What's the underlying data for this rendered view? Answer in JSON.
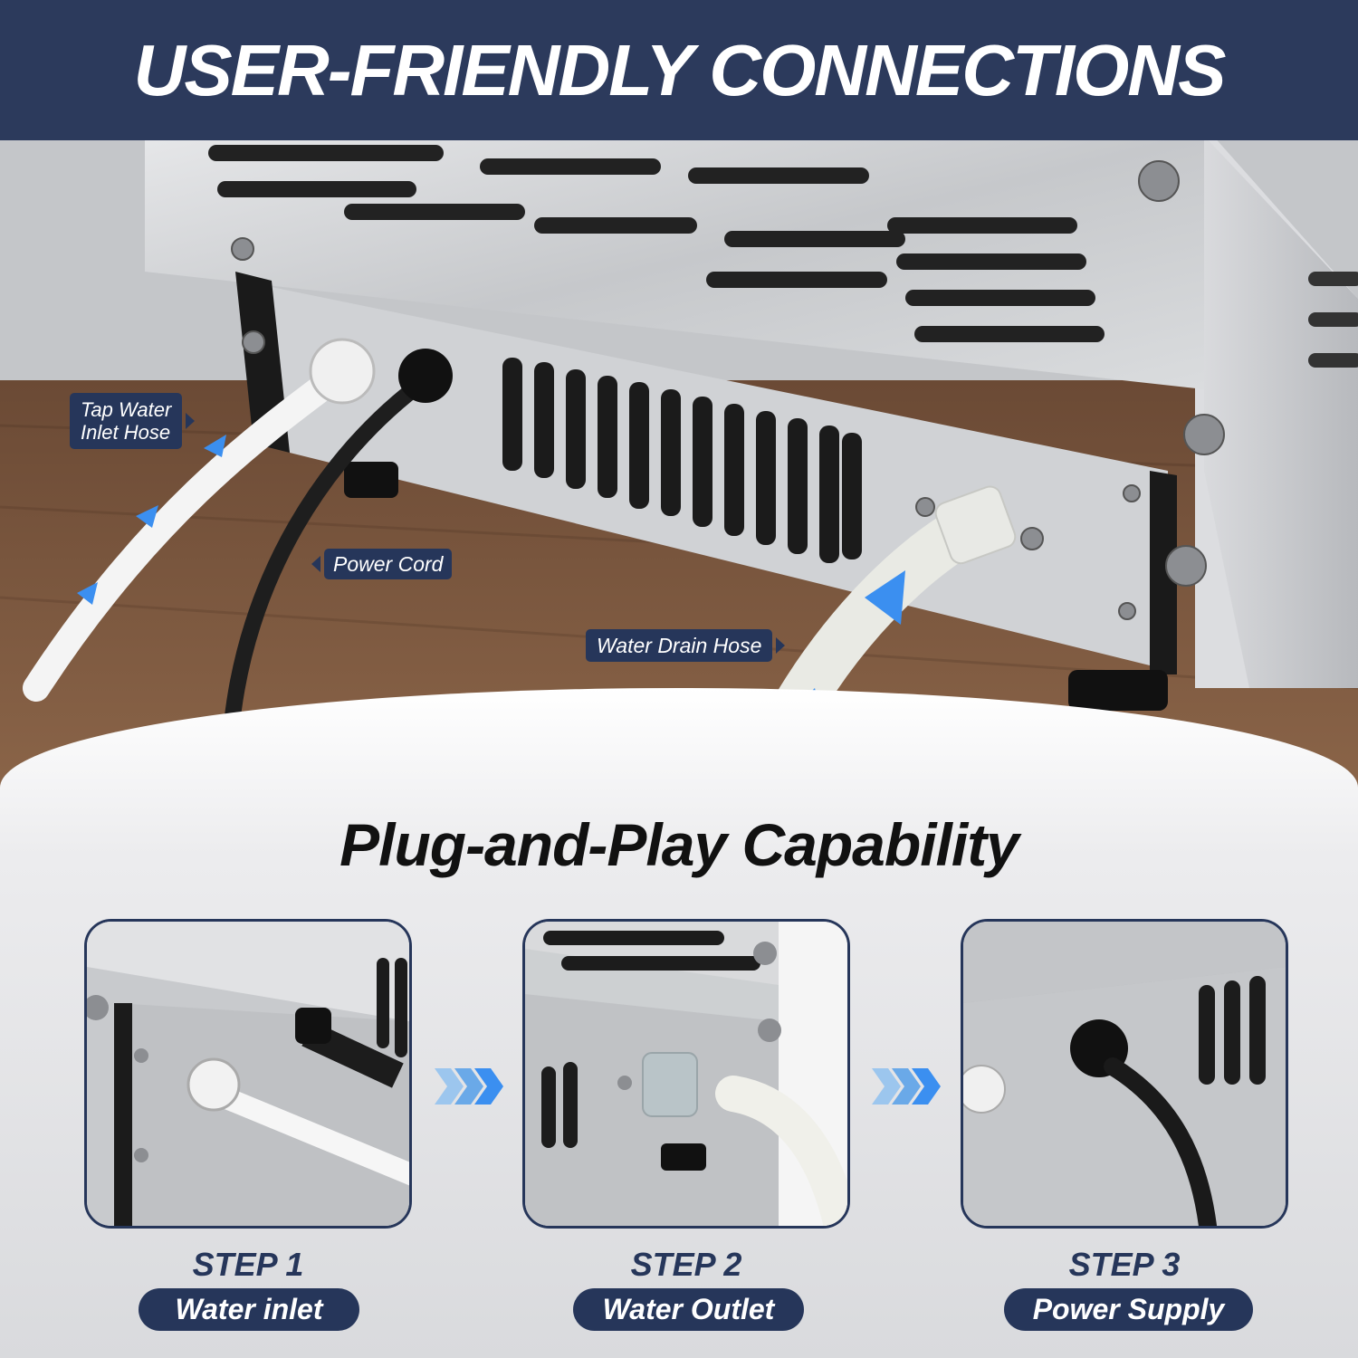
{
  "banner": {
    "title": "USER-FRIENDLY CONNECTIONS"
  },
  "callouts": {
    "inlet_line1": "Tap Water",
    "inlet_line2": "Inlet Hose",
    "power": "Power Cord",
    "drain": "Water Drain Hose"
  },
  "subtitle": "Plug-and-Play Capability",
  "steps": [
    {
      "label": "STEP 1",
      "name": "Water inlet"
    },
    {
      "label": "STEP 2",
      "name": "Water Outlet"
    },
    {
      "label": "STEP 3",
      "name": "Power Supply"
    }
  ],
  "colors": {
    "navy": "#26365a",
    "banner": "#2c3a5c",
    "arrow_blue": "#3b8ff0"
  }
}
